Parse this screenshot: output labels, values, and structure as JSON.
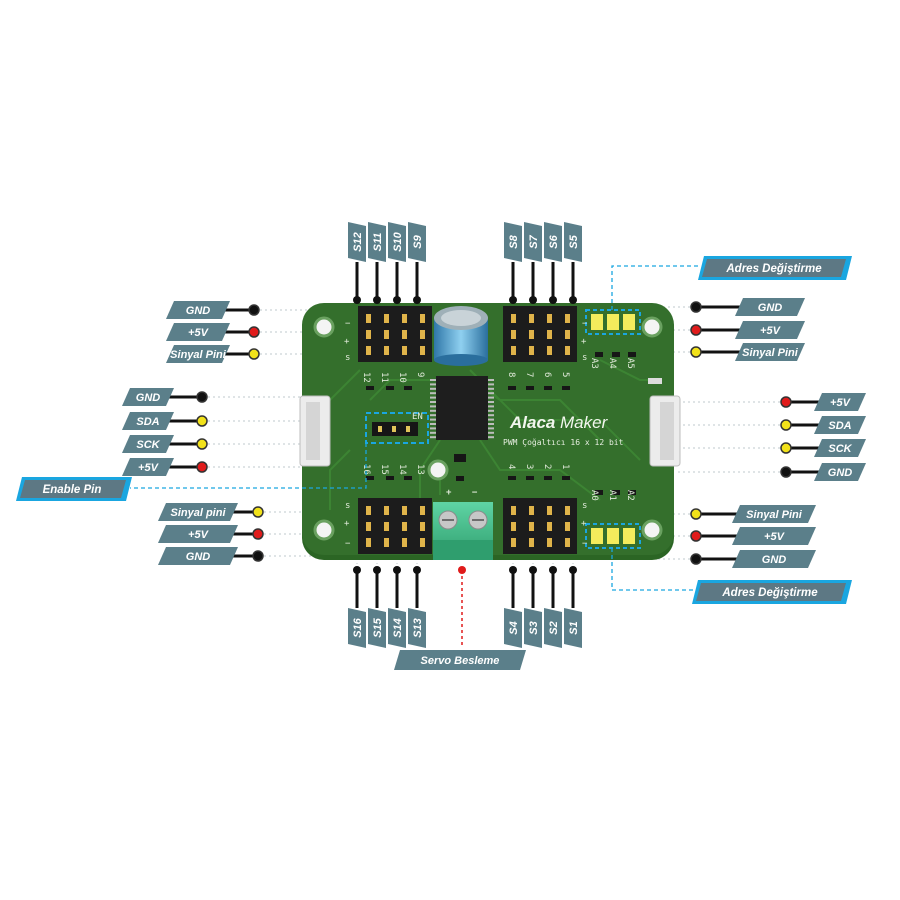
{
  "brand": {
    "name_bold": "Alaca",
    "name_light": "Maker",
    "subtitle": "PWM Çoğaltıcı 16 x 12 bit"
  },
  "colors": {
    "pcb": "#2f6b28",
    "label_bg": "#5b7f8a",
    "callout_bg": "#5d7884",
    "callout_border": "#1aa6e0",
    "wire": "#111111",
    "gnd_dot": "#111111",
    "v5_dot": "#e01b1b",
    "signal_dot": "#f2e21a",
    "terminal": "#3fbf8a"
  },
  "labels": {
    "top_left_servos": [
      "S12",
      "S11",
      "S10",
      "S9"
    ],
    "top_right_servos": [
      "S8",
      "S7",
      "S6",
      "S5"
    ],
    "bottom_left_servos": [
      "S16",
      "S15",
      "S14",
      "S13"
    ],
    "bottom_right_servos": [
      "S4",
      "S3",
      "S2",
      "S1"
    ],
    "left_top": [
      "GND",
      "+5V",
      "Sinyal Pini"
    ],
    "left_i2c": [
      "GND",
      "SDA",
      "SCK",
      "+5V"
    ],
    "left_bottom": [
      "Sinyal pini",
      "+5V",
      "GND"
    ],
    "right_top": [
      "GND",
      "+5V",
      "Sinyal Pini"
    ],
    "right_i2c": [
      "+5V",
      "SDA",
      "SCK",
      "GND"
    ],
    "right_bottom": [
      "Sinyal Pini",
      "+5V",
      "GND"
    ],
    "adres_top": "Adres Değiştirme",
    "adres_bottom": "Adres Değiştirme",
    "enable_pin": "Enable Pin",
    "servo_besleme": "Servo Besleme"
  },
  "silkscreen": {
    "top_left_nums": [
      "12",
      "11",
      "10",
      "9"
    ],
    "top_right_nums": [
      "8",
      "7",
      "6",
      "5"
    ],
    "bottom_left_nums": [
      "16",
      "15",
      "14",
      "13"
    ],
    "bottom_right_nums": [
      "4",
      "3",
      "2",
      "1"
    ],
    "addr_top": [
      "A3",
      "A4",
      "A5"
    ],
    "addr_bottom": [
      "A0",
      "A1",
      "A2"
    ],
    "en": "EN",
    "plus": "+",
    "minus": "−",
    "s": "s"
  }
}
